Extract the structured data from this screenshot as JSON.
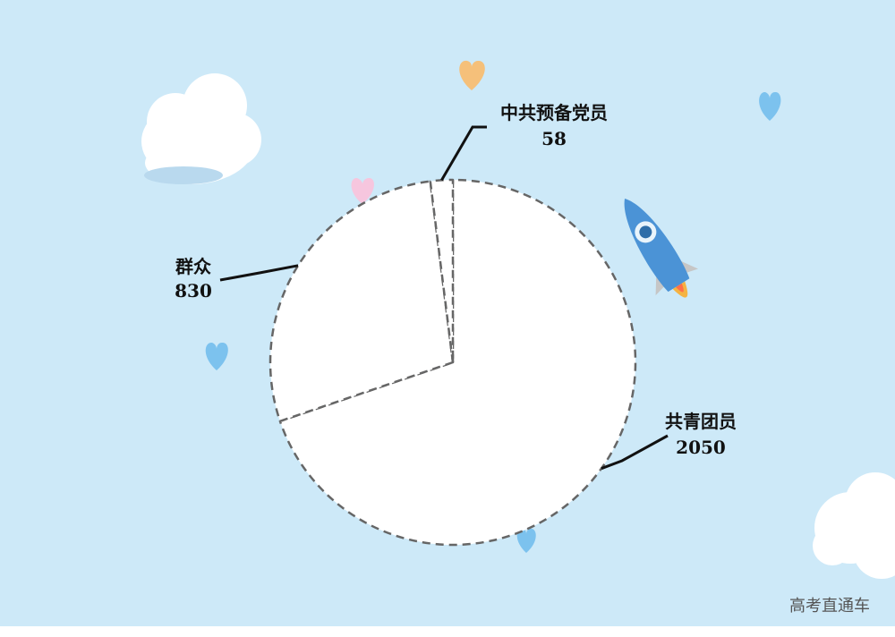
{
  "chart_data": {
    "type": "pie",
    "slices": [
      {
        "label": "共青团员",
        "value": 2050
      },
      {
        "label": "群众",
        "value": 830
      },
      {
        "label": "中共预备党员",
        "value": 58
      }
    ],
    "slice_fill": "#ffffff",
    "slice_stroke": "#666666",
    "legend": "none"
  },
  "watermark": "高考直通车",
  "colors": {
    "background": "#cde9f8",
    "heart_orange": "#f5c07a",
    "heart_blue": "#7cc2ee",
    "heart_pink": "#f6c6de",
    "rocket_body": "#4b93d6"
  }
}
